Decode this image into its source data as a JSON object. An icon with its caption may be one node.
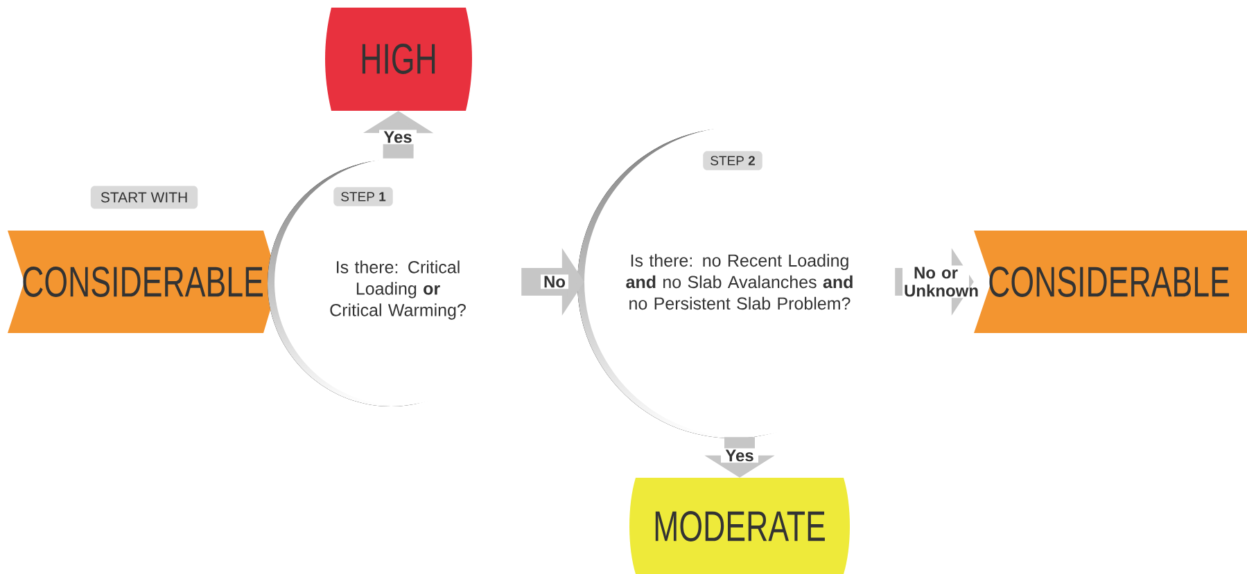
{
  "diagram": {
    "nodes": [
      {
        "text": [
          "CONSIDERABLE"
        ],
        "beside": [
          "START WITH"
        ]
      },
      {
        "text": [
          "STEP **1**",
          "Is there: Critical Loading **or** Critical Warming?"
        ]
      },
      {
        "text": [
          "HIGH"
        ]
      },
      {
        "text": [
          "STEP **2**",
          "Is there: no Recent Loading **and** no Slab Avalanches **and** no Persistent Slab Problem?"
        ]
      },
      {
        "text": [
          "CONSIDERABLE"
        ]
      },
      {
        "text": [
          "MODERATE"
        ]
      }
    ],
    "edges": [
      {
        "from": 1,
        "to": 2,
        "arrow": "to",
        "label": "Yes"
      },
      {
        "from": 1,
        "to": 3,
        "arrow": "to",
        "label": "No"
      },
      {
        "from": 3,
        "to": 4,
        "arrow": "to",
        "label": "No or Unknown"
      },
      {
        "from": 3,
        "to": 5,
        "arrow": "to",
        "label": "Yes"
      }
    ]
  }
}
